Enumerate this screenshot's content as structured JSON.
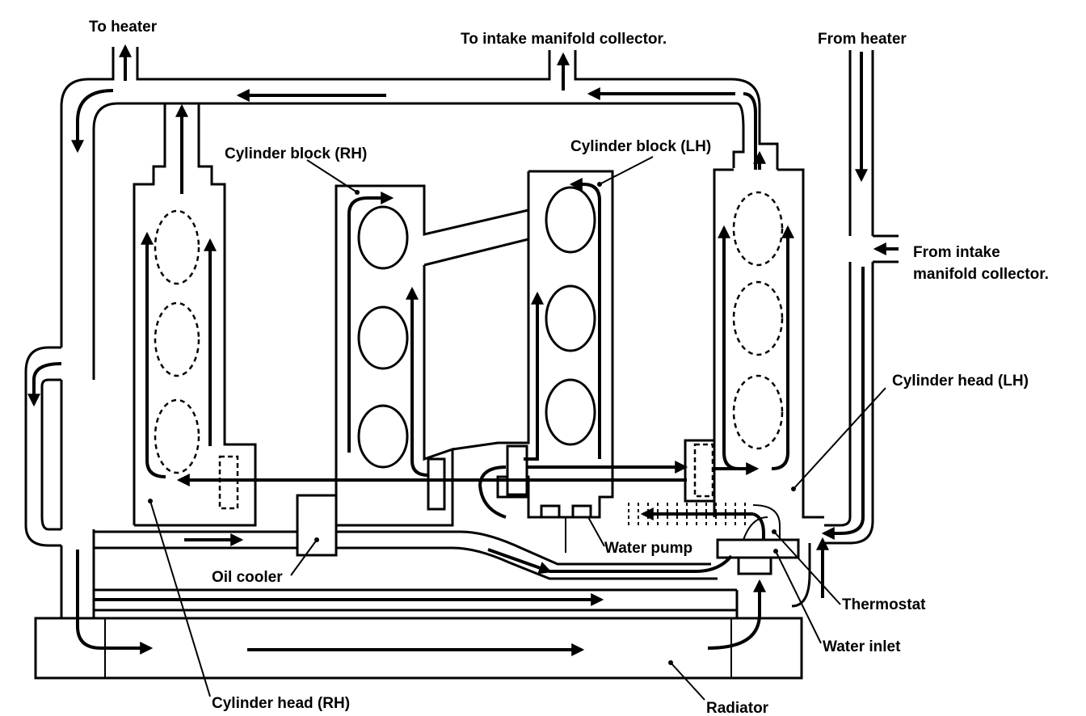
{
  "labels": {
    "to_heater": "To heater",
    "to_intake": "To intake manifold collector.",
    "from_heater": "From heater",
    "from_intake_1": "From intake",
    "from_intake_2": "manifold collector.",
    "cyl_block_rh": "Cylinder block (RH)",
    "cyl_block_lh": "Cylinder block (LH)",
    "cyl_head_lh": "Cylinder head (LH)",
    "cyl_head_rh": "Cylinder head (RH)",
    "water_pump": "Water pump",
    "oil_cooler": "Oil cooler",
    "thermostat": "Thermostat",
    "water_inlet": "Water inlet",
    "radiator": "Radiator"
  }
}
